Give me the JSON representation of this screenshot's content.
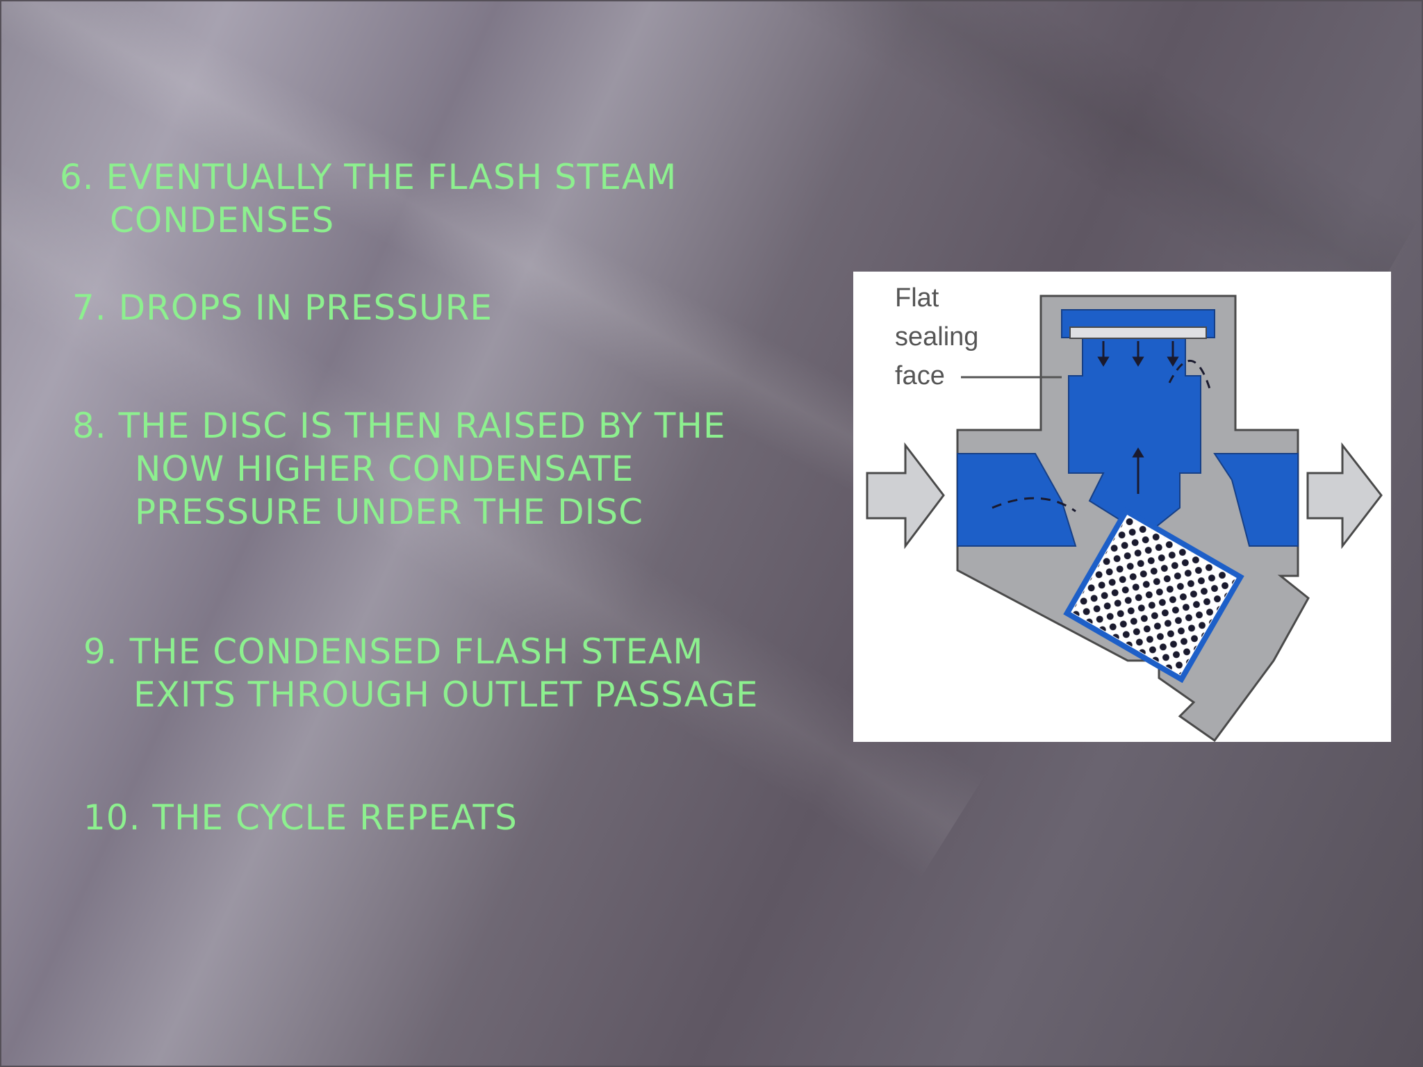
{
  "slide": {
    "items": [
      {
        "line1": "6. EVENTUALLY THE FLASH STEAM",
        "line2": "CONDENSES"
      },
      {
        "line1": "7. DROPS IN PRESSURE"
      },
      {
        "line1": "8. THE DISC IS THEN RAISED BY THE",
        "line2": "NOW HIGHER CONDENSATE",
        "line3": "PRESSURE UNDER THE DISC"
      },
      {
        "line1": "9. THE CONDENSED FLASH STEAM",
        "line2": "EXITS THROUGH OUTLET PASSAGE"
      },
      {
        "line1": "10. THE CYCLE REPEATS"
      }
    ],
    "figure": {
      "label_lines": [
        "Flat",
        "sealing",
        "face"
      ],
      "colors": {
        "body": "#a9aaad",
        "steam": "#1d5fc8",
        "outline": "#4a4a4a",
        "arrow": "#cfd0d3"
      }
    }
  }
}
